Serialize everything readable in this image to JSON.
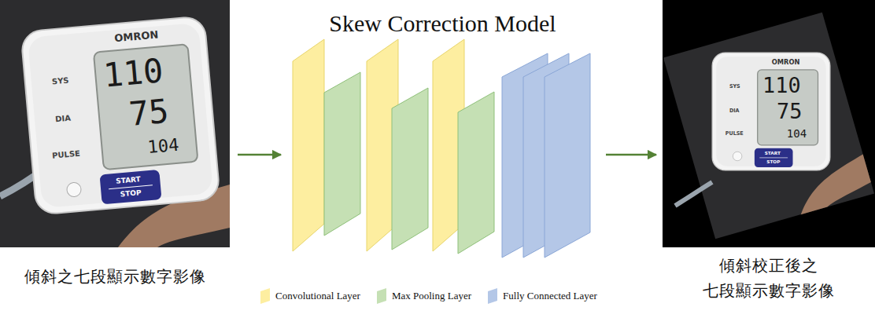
{
  "diagram": {
    "nodes": [
      {
        "text": [
          "傾斜之七段顯示數字影像"
        ]
      },
      {
        "text": [
          "Skew Correction Model"
        ]
      },
      {
        "text": [
          "傾斜校正後之 七段顯示數字影像"
        ]
      }
    ],
    "edges": [
      {
        "from": 0,
        "to": 1,
        "arrow": "to"
      },
      {
        "from": 1,
        "to": 2,
        "arrow": "to"
      }
    ],
    "labels": [
      "OMRON",
      "SYS",
      "DIA",
      "PULSE",
      "110",
      "75",
      "104",
      "START",
      "STOP",
      "OMRON",
      "SYS",
      "DIA",
      "PULSE",
      "110",
      "75",
      "104",
      "START",
      "STOP"
    ],
    "legend": [
      {
        "text": "Convolutional Layer",
        "color": "#fdeea0"
      },
      {
        "text": "Max Pooling Layer",
        "color": "#c5e0b4"
      },
      {
        "text": "Fully Connected Layer",
        "color": "#b4c7e7"
      }
    ]
  }
}
